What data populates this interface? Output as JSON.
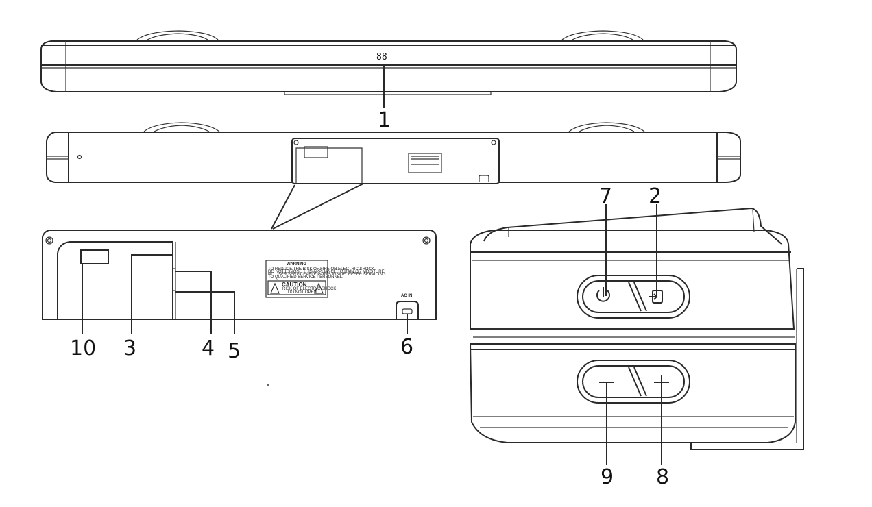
{
  "callouts": [
    "1",
    "2",
    "3",
    "4",
    "5",
    "6",
    "7",
    "8",
    "9",
    "10"
  ],
  "display_readout": "88",
  "labels": {
    "warning_title": "WARNING",
    "warning_body_1": "TO REDUCE THE RISK OF FIRE OR ELECTRIC SHOCK,",
    "warning_body_2": "DO NOT EXPOSE THIS APPLIANCE TO RAIN OR MOISTURE.",
    "warning_body_3": "NO USER SERVICEABLE PARTS INSIDE. REFER SERVICING",
    "warning_body_4": "TO QUALIFIED SERVICE PERSONNEL.",
    "caution_title": "CAUTION",
    "caution_body_1": "RISK OF ELECTRIC SHOCK",
    "caution_body_2": "DO NOT OPEN",
    "ac_in": "AC IN"
  },
  "icons": {
    "power": "power-icon",
    "source": "input-source-icon",
    "minus": "volume-down-icon",
    "plus": "volume-up-icon"
  }
}
